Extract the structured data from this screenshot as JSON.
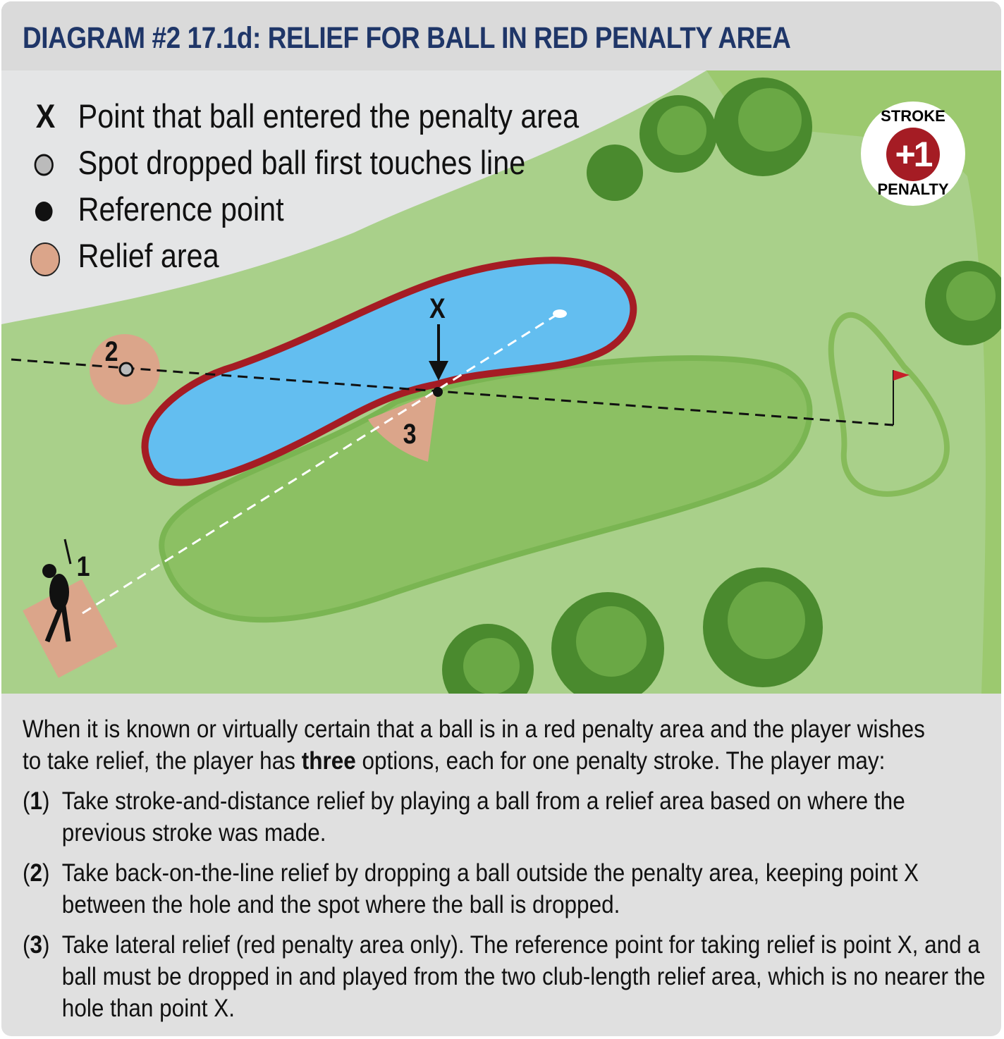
{
  "title": "DIAGRAM #2 17.1d:  RELIEF FOR BALL IN RED PENALTY AREA",
  "legend": [
    {
      "symbol": "X",
      "label": "Point that ball entered the penalty area"
    },
    {
      "symbol": "gray-circle",
      "label": "Spot dropped ball first touches line"
    },
    {
      "symbol": "black-dot",
      "label": "Reference point"
    },
    {
      "symbol": "salmon-circle",
      "label": "Relief area"
    }
  ],
  "badge": {
    "top": "STROKE",
    "value": "+1",
    "bottom": "PENALTY"
  },
  "map_labels": {
    "option1": "1",
    "option2": "2",
    "option3": "3",
    "point_x": "X"
  },
  "colors": {
    "penalty_line": "#a51c24",
    "water": "#63bef0",
    "relief": "#dba58a",
    "fairway": "#8cc063",
    "rough": "#a9d08a",
    "title": "#1f3668"
  },
  "text": {
    "intro_a": "When it is known or virtually certain that a ball is in a red penalty area and the player wishes",
    "intro_b1": "to take relief, the player has ",
    "intro_b_bold": "three",
    "intro_b2": " options, each for one penalty stroke. The player may:",
    "options": [
      {
        "num": "1",
        "lines": [
          "Take stroke-and-distance relief by playing a ball from a relief area based on where the",
          "previous stroke was made."
        ]
      },
      {
        "num": "2",
        "lines": [
          "Take back-on-the-line relief by dropping a ball outside the penalty area, keeping point X",
          "between the hole and the spot where the ball is dropped."
        ]
      },
      {
        "num": "3",
        "lines": [
          "Take lateral relief (red penalty area only). The reference point for taking relief is point X, and a",
          "ball must be dropped in and played from the two club-length relief area, which is no nearer the",
          "hole than point X."
        ]
      }
    ]
  }
}
